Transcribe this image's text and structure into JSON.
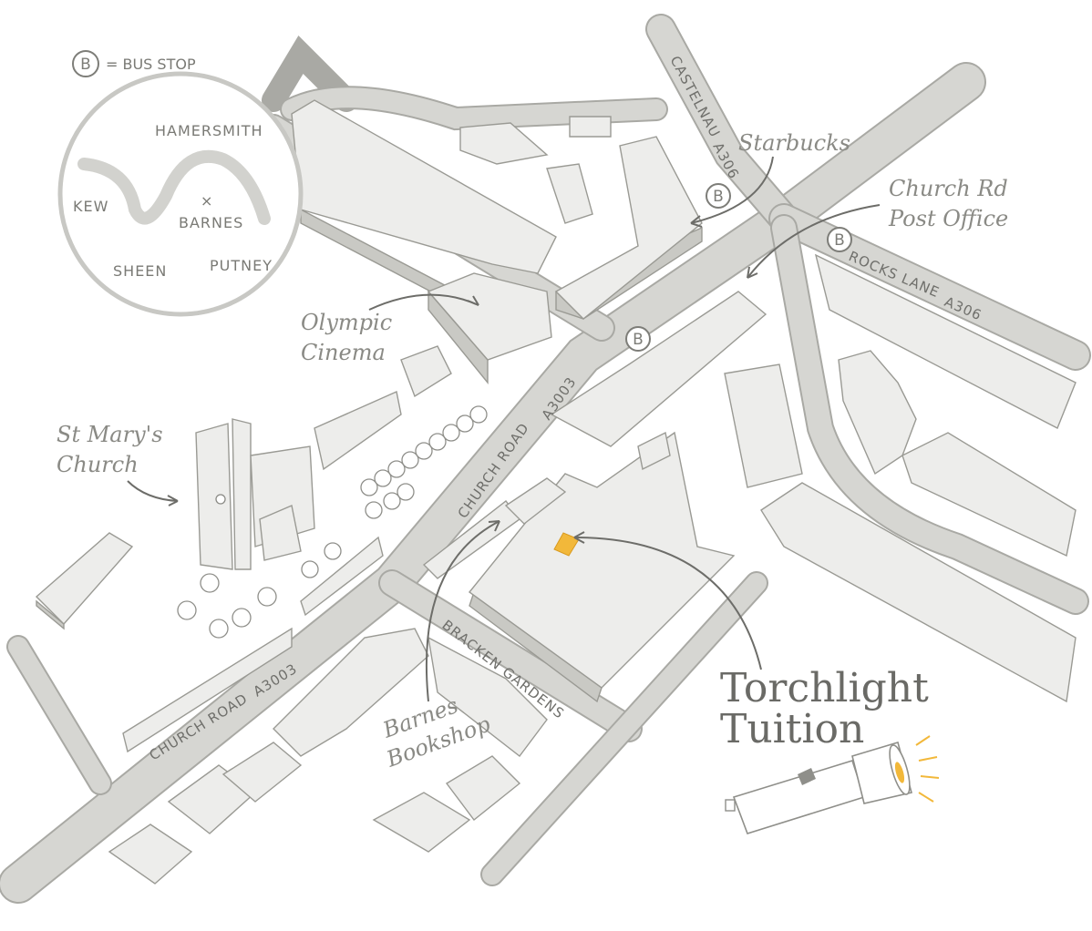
{
  "legend": {
    "symbol": "B",
    "text": "= BUS STOP"
  },
  "inset": {
    "places": {
      "hammersmith": "HAMERSMITH",
      "kew": "KEW",
      "barnes": "BARNES",
      "sheen": "SHEEN",
      "putney": "PUTNEY"
    },
    "marker": "×"
  },
  "roads": {
    "castelnau": "CASTELNAU",
    "castelnau_code": "A306",
    "rocks_lane": "ROCKS LANE",
    "rocks_lane_code": "A306",
    "church_road_upper": "CHURCH ROAD",
    "church_road_upper_code": "A3003",
    "church_road_lower": "CHURCH ROAD",
    "church_road_lower_code": "A3003",
    "bracken_gardens": "BRACKEN GARDENS"
  },
  "landmarks": {
    "starbucks": "Starbucks",
    "post_office_line1": "Church Rd",
    "post_office_line2": "Post Office",
    "cinema_line1": "Olympic",
    "cinema_line2": "Cinema",
    "church_line1": "St Mary's",
    "church_line2": "Church",
    "bookshop_line1": "Barnes",
    "bookshop_line2": "Bookshop"
  },
  "bus_stop_symbol": "B",
  "brand": {
    "line1": "Torchlight",
    "line2": "Tuition"
  },
  "colors": {
    "highlight": "#f2b83a",
    "building": "#ededeb",
    "road": "#d6d6d2",
    "ink": "#7a7a75"
  }
}
